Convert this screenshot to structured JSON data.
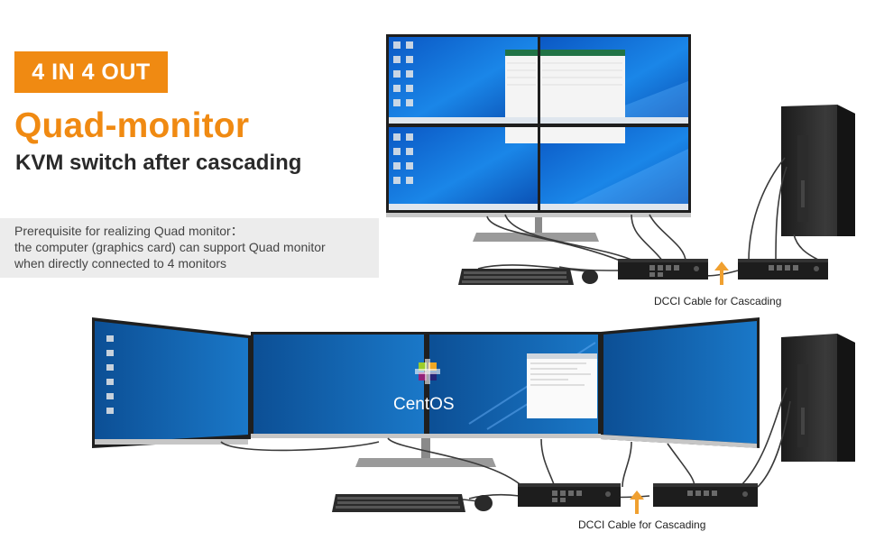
{
  "badge": "4 IN 4 OUT",
  "headline": "Quad-monitor",
  "subheadline": "KVM switch after cascading",
  "note": {
    "line1": "Prerequisite for realizing Quad monitor：",
    "line2": "the computer (graphics card) can support Quad monitor",
    "line3": "when directly connected to 4 monitors"
  },
  "top_caption": "DCCI Cable for Cascading",
  "bottom_caption": "DCCI Cable for Cascading",
  "centos_logo_text": "CentOS",
  "colors": {
    "accent": "#f08a12",
    "note_bg": "#ececec",
    "windows_blue": "#1a72d6",
    "centos_blue": "#0d5fa8"
  }
}
